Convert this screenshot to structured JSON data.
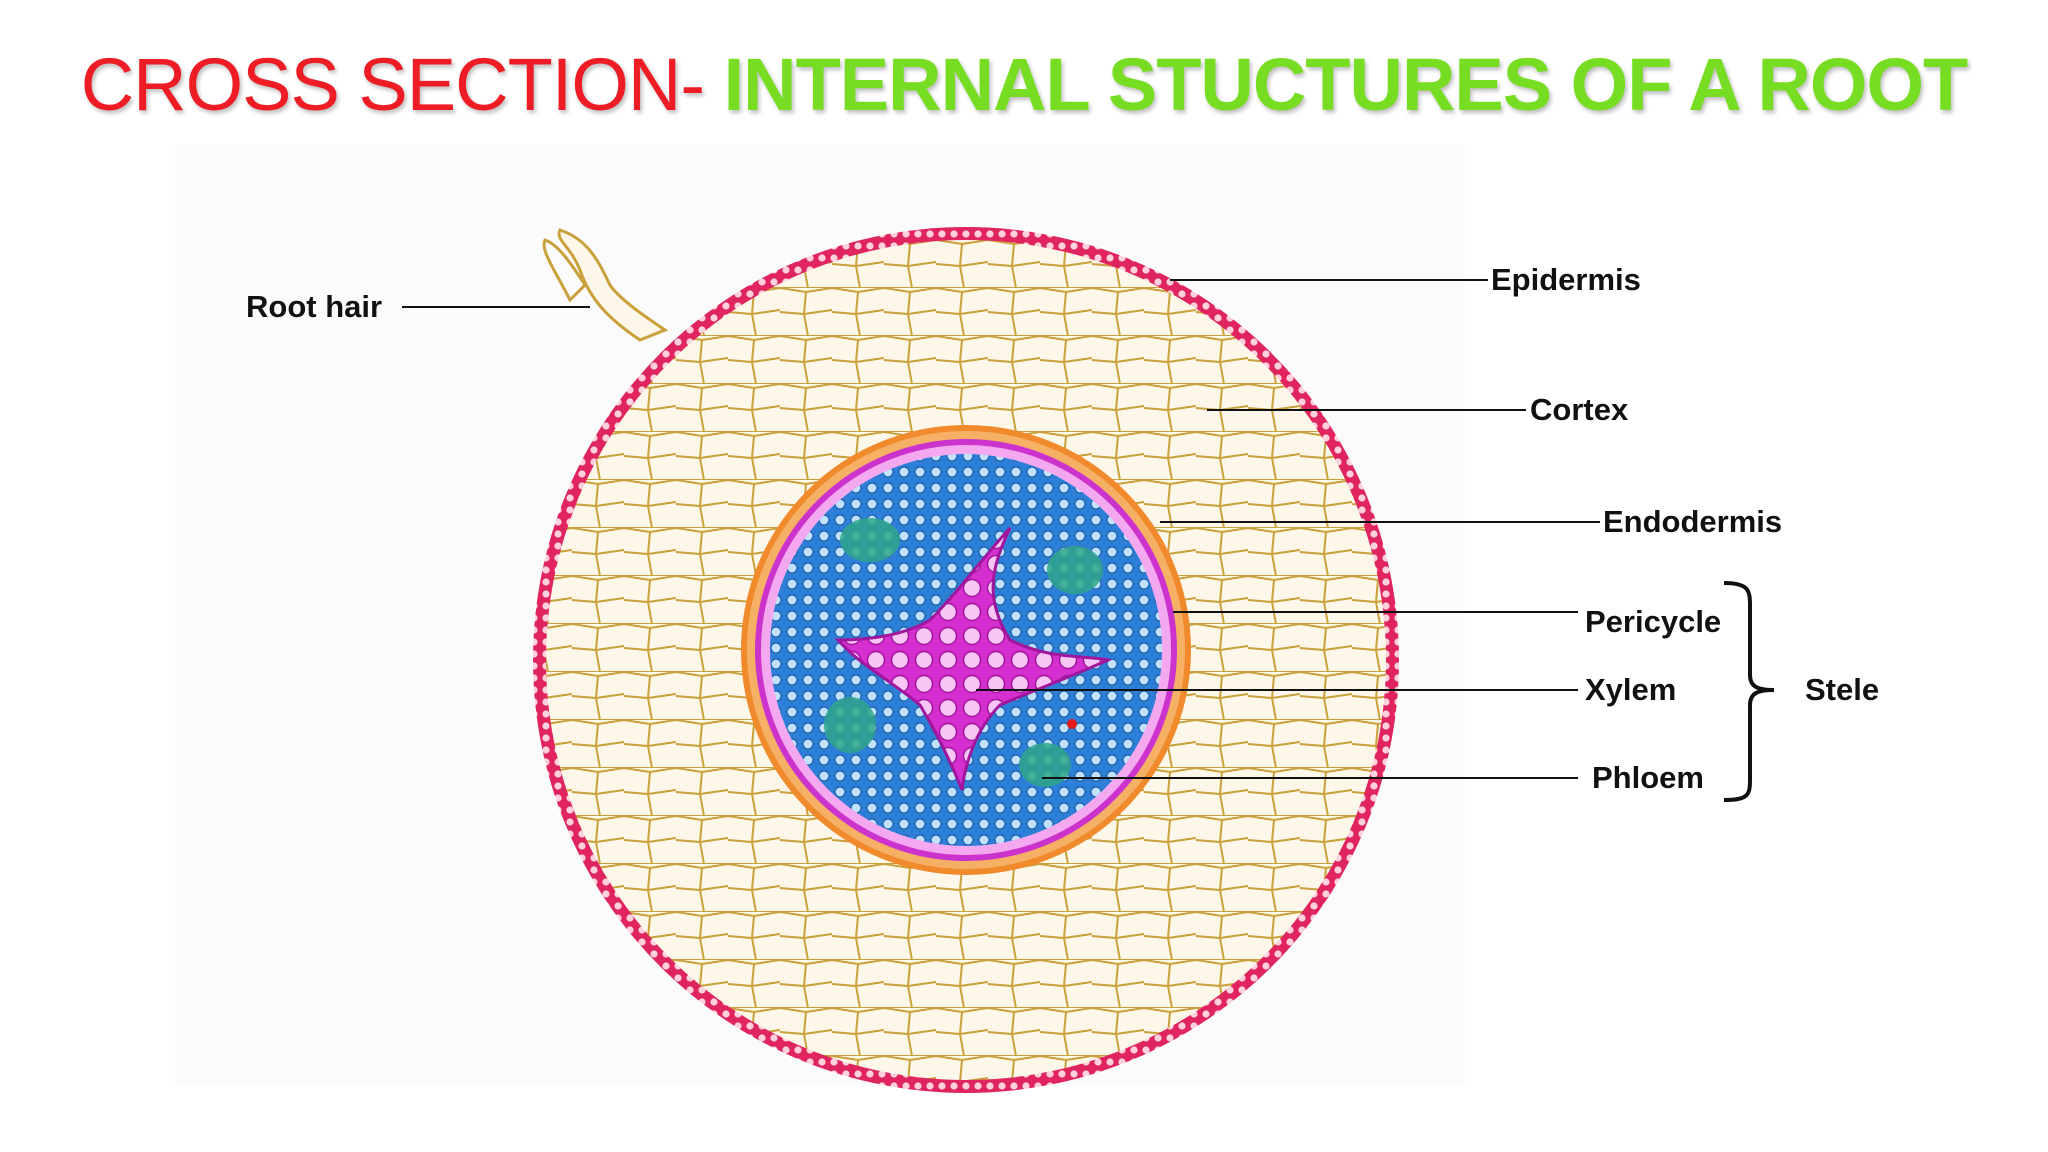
{
  "title": {
    "part1": "CROSS SECTION-",
    "part2": "INTERNAL STUCTURES OF A ROOT",
    "part1_color": "#ee1c24",
    "part2_color": "#77dd22"
  },
  "labels": {
    "root_hair": "Root hair",
    "epidermis": "Epidermis",
    "cortex": "Cortex",
    "endodermis": "Endodermis",
    "pericycle": "Pericycle",
    "xylem": "Xylem",
    "phloem": "Phloem",
    "stele": "Stele"
  },
  "colors": {
    "epidermis": "#e0245e",
    "cortex": "#c9a03a",
    "endodermis": "#f08a2c",
    "pericycle": "#cc33cc",
    "vascular": "#2f7fd8",
    "xylem": "#e040d8",
    "phloem": "#2fa58a"
  }
}
